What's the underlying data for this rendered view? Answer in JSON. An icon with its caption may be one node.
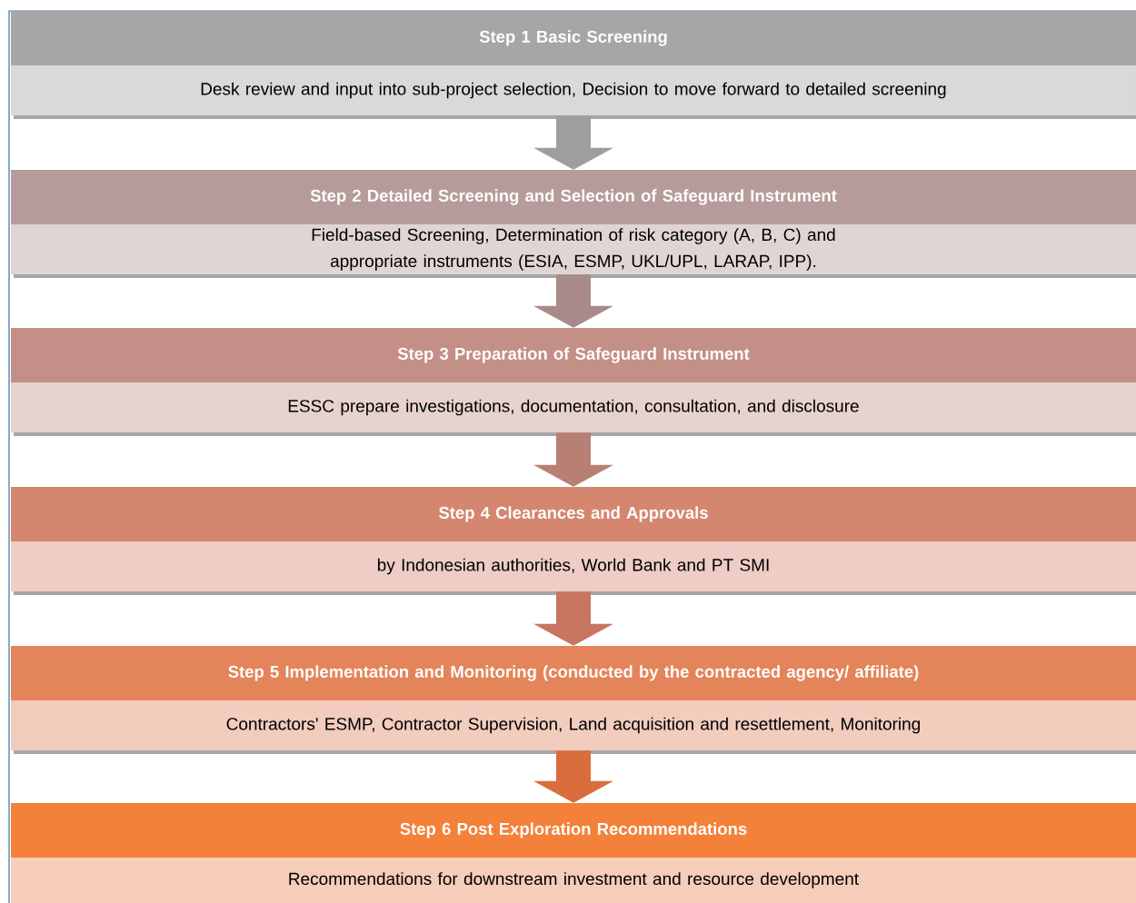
{
  "diagram": {
    "nodes": [
      {
        "text": [
          "Step 1 Basic Screening",
          "Desk review and input into sub-project selection, Decision to move forward to detailed screening"
        ]
      },
      {
        "text": [
          "Step 2 Detailed Screening and Selection of Safeguard Instrument",
          "Field-based Screening, Determination of risk category (A, B, C) and appropriate instruments (ESIA, ESMP, UKL/UPL, LARAP, IPP)."
        ]
      },
      {
        "text": [
          "Step 3 Preparation of Safeguard Instrument",
          "ESSC prepare investigations, documentation, consultation, and disclosure"
        ]
      },
      {
        "text": [
          "Step 4 Clearances and Approvals",
          "by Indonesian authorities, World Bank and PT SMI"
        ]
      },
      {
        "text": [
          "Step 5 Implementation and Monitoring (conducted by the contracted agency/ affiliate)",
          "Contractors' ESMP, Contractor Supervision, Land acquisition and resettlement, Monitoring"
        ]
      },
      {
        "text": [
          "Step 6 Post Exploration Recommendations",
          "Recommendations for downstream investment and resource development"
        ]
      }
    ],
    "edges": [
      {
        "from": 0,
        "to": 1,
        "arrow": "to",
        "color": "#9e9e9e"
      },
      {
        "from": 1,
        "to": 2,
        "arrow": "to",
        "color": "#a88b89"
      },
      {
        "from": 2,
        "to": 3,
        "arrow": "to",
        "color": "#b87f75"
      },
      {
        "from": 3,
        "to": 4,
        "arrow": "to",
        "color": "#c87561"
      },
      {
        "from": 4,
        "to": 5,
        "arrow": "to",
        "color": "#d96d3d"
      }
    ]
  }
}
